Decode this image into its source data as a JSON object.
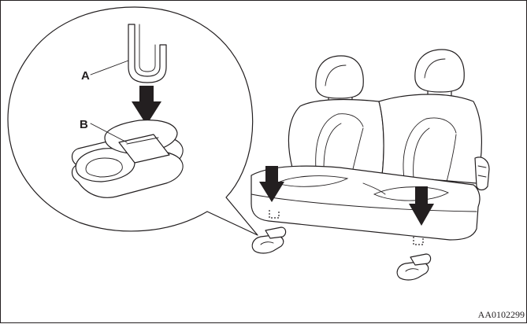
{
  "labels": {
    "a": "A",
    "b": "B"
  },
  "figure_code": "AA0102299",
  "icons": {
    "arrow": "down-arrow-icon",
    "seat": "rear-seat-icon",
    "anchor": "child-seat-anchor-icon"
  },
  "colors": {
    "line": "#231f20",
    "background": "#ffffff"
  }
}
